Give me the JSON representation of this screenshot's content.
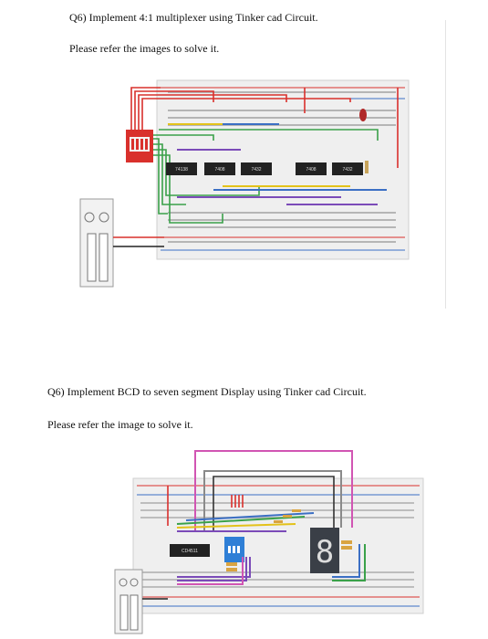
{
  "section1": {
    "heading": "Q6) Implement 4:1 multiplexer using Tinker cad Circuit.",
    "instruction": "Please refer the images to solve it.",
    "figure": {
      "ic_labels": [
        "74138",
        "7408",
        "7432",
        "7408",
        "7432"
      ],
      "icons": {
        "switch": "dip-switch-icon",
        "battery": "battery-icon",
        "led": "led-icon"
      }
    }
  },
  "section2": {
    "heading": "Q6) Implement BCD to seven segment Display   using Tinker cad Circuit.",
    "instruction": "Please refer the image to solve it.",
    "figure": {
      "ic_label": "CD4511",
      "display_digit": "8",
      "icons": {
        "switch": "dip-switch-icon",
        "battery": "battery-icon",
        "display": "seven-segment-icon"
      }
    }
  },
  "colors": {
    "board": "#efefef",
    "rail_red": "#d9302c",
    "rail_blue": "#3b6fc4",
    "wire_green": "#3aa14a",
    "wire_purple": "#7b4bb8",
    "wire_yellow": "#e3c21a",
    "wire_magenta": "#d155b3",
    "ic": "#222222",
    "display": "#3a3f47"
  }
}
